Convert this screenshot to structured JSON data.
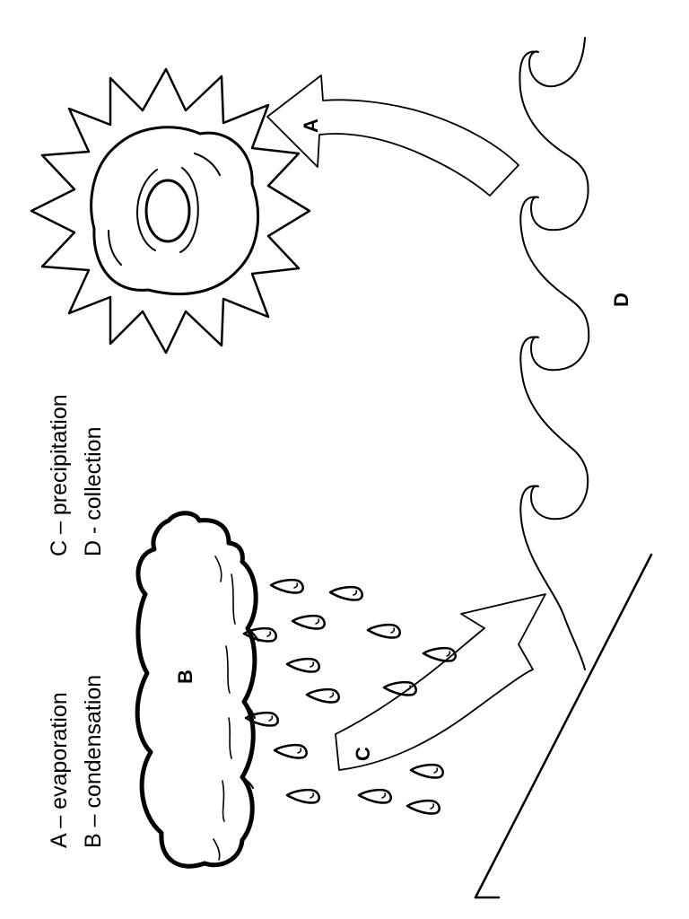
{
  "legend": [
    {
      "letter": "A",
      "text": "A – evaporation"
    },
    {
      "letter": "B",
      "text": "B – condensation"
    },
    {
      "letter": "C",
      "text": "C – precipitation"
    },
    {
      "letter": "D",
      "text": "D - collection"
    }
  ],
  "markers": {
    "evaporation": "A",
    "condensation": "B",
    "precipitation": "C",
    "collection": "D"
  }
}
